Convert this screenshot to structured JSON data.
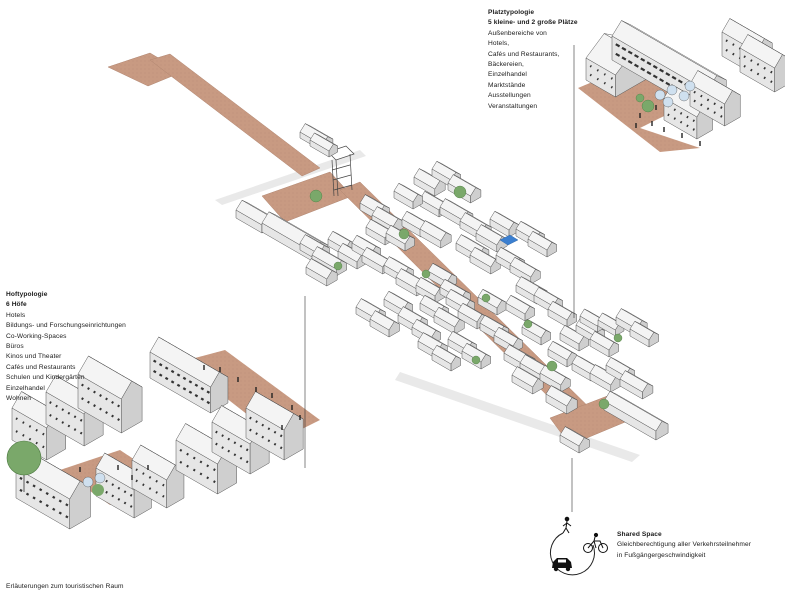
{
  "platz": {
    "title": "Platztypologie",
    "subtitle": "5 kleine- und 2 große Plätze",
    "items": [
      "Außenbereiche von",
      "Hotels,",
      "Cafés und Restaurants,",
      "Bäckereien,",
      "Einzelhandel",
      "Marktstände",
      "Ausstellungen",
      "Veranstaltungen"
    ]
  },
  "hof": {
    "title": "Hoftypologie",
    "subtitle": "6 Höfe",
    "items": [
      "Hotels",
      "Bildungs- und Forschungseinrichtungen",
      "Co-Working-Spaces",
      "Büros",
      "Kinos und Theater",
      "Cafés und Restaurants",
      "Schulen und Kindergärten",
      "Einzelhandel",
      "Wohnen"
    ]
  },
  "shared": {
    "title": "Shared Space",
    "line1": "Gleichberechtigung aller Verkehrsteilnehmer",
    "line2": "in Fußgängergeschwindigkeit"
  },
  "caption": "Erläuterungen zum touristischen Raum",
  "colors": {
    "pavement": "#c89a82",
    "roof": "#f4f4f4",
    "wall": "#e6e6e6",
    "shade": "#cfcfcf",
    "stroke": "#555555",
    "tree": "#7aa86a",
    "water": "#3b7fd0"
  },
  "icons": [
    "pedestrian-icon",
    "bicycle-icon",
    "car-icon"
  ]
}
